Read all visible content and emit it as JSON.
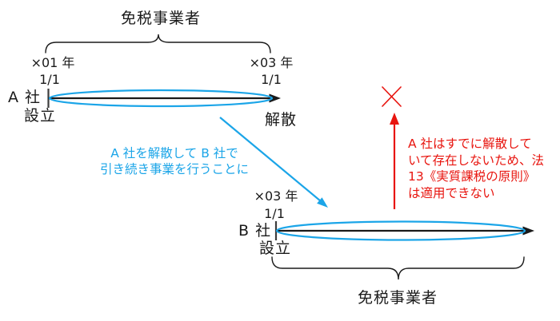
{
  "colors": {
    "blue": "#1ba5e8",
    "red": "#e8150f",
    "line": "#1a1a1a",
    "tick": "#3d3d3d"
  },
  "top_section": {
    "exempt_label": "免税事業者",
    "timeline_a": {
      "company": "A 社",
      "start_year": "×01 年",
      "start_date": "1/1",
      "start_event": "設立",
      "end_year": "×03 年",
      "end_date": "1/1",
      "end_event": "解散"
    }
  },
  "transition_note": {
    "line1": "A 社を解散して B 社で",
    "line2": "引き続き事業を行うことに"
  },
  "rejection_note": {
    "line1": "A 社はすでに解散して",
    "line2": "いて存在しないため、法",
    "line3": "13《実質課税の原則》",
    "line4": "は適用できない"
  },
  "bottom_section": {
    "exempt_label": "免税事業者",
    "timeline_b": {
      "company": "B 社",
      "start_year": "×03 年",
      "start_date": "1/1",
      "start_event": "設立"
    }
  }
}
